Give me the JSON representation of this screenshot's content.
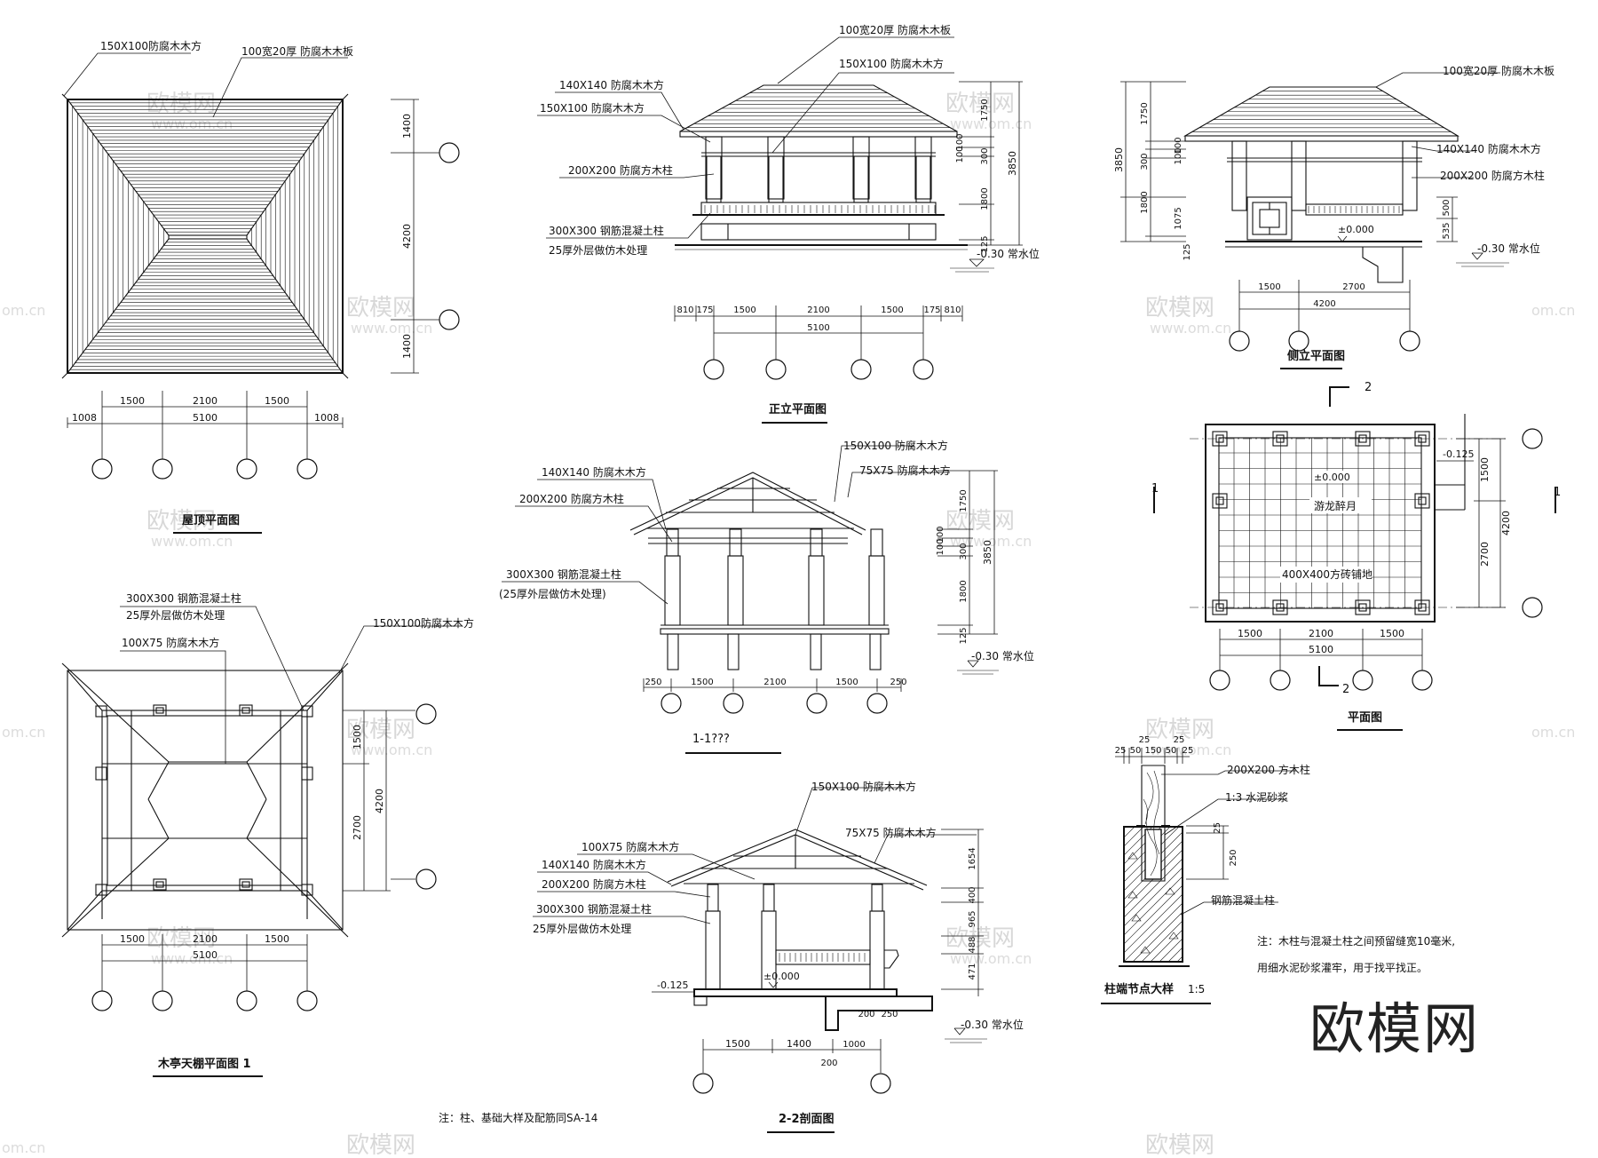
{
  "sheet": {
    "watermark_brand": "欧模网",
    "watermark_small": "欧模网",
    "watermark_url": "www.om.cn",
    "watermark_url_short": "om.cn"
  },
  "roof_plan": {
    "title": "屋顶平面图",
    "labels": {
      "beam": "150X100防腐木木方",
      "board": "100宽20厚 防腐木木板"
    },
    "dims_h": [
      "1500",
      "2100",
      "1500"
    ],
    "dims_h_total": [
      "1008",
      "5100",
      "1008"
    ],
    "dims_v": [
      "1400",
      "4200",
      "1400"
    ]
  },
  "front_elev": {
    "title": "正立平面图",
    "labels": {
      "board": "100宽20厚 防腐木木板",
      "beam150": "150X100 防腐木木方",
      "beam140": "140X140 防腐木木方",
      "beam150b": "150X100 防腐木木方",
      "col200": "200X200 防腐方木柱",
      "col300": "300X300 钢筋混凝土柱",
      "col300b": "25厚外层做仿木处理",
      "water": "-0.30 常水位"
    },
    "dims_h": [
      "810",
      "175",
      "1500",
      "2100",
      "1500",
      "175",
      "810"
    ],
    "dims_h_total": "5100",
    "dims_v": [
      "1750",
      "100",
      "100",
      "300",
      "1800",
      "125"
    ],
    "dims_v_total": "3850"
  },
  "side_elev": {
    "title": "侧立平面图",
    "labels": {
      "board": "100宽20厚 防腐木木板",
      "beam140": "140X140 防腐木木方",
      "col200": "200X200 防腐方木柱",
      "water": "-0.30 常水位",
      "level": "±0.000"
    },
    "dims_v_left": [
      "1750",
      "100",
      "100",
      "300",
      "1800",
      "1075",
      "125"
    ],
    "dims_v_total": "3850",
    "dims_v_right": [
      "500",
      "535"
    ],
    "dims_h": [
      "1500",
      "2700"
    ],
    "dims_h_total": "4200"
  },
  "section_11": {
    "title": "1-1???",
    "labels": {
      "beam150": "150X100 防腐木木方",
      "beam140": "140X140 防腐木木方",
      "beam75": "75X75 防腐木木方",
      "col200": "200X200 防腐方木柱",
      "col300": "300X300 钢筋混凝土柱",
      "col300b": "(25厚外层做仿木处理)",
      "water": "-0.30 常水位"
    },
    "dims_h": [
      "250",
      "1500",
      "2100",
      "1500",
      "250"
    ],
    "dims_v": [
      "1750",
      "100",
      "100",
      "300",
      "1800",
      "125"
    ],
    "dims_v_total": "3850"
  },
  "ceiling_plan": {
    "title": "木亭天棚平面图 1",
    "labels": {
      "col300": "300X300 钢筋混凝土柱",
      "col300b": "25厚外层做仿木处理",
      "beam100": "100X75 防腐木木方",
      "beam150": "150X100防腐木木方"
    },
    "dims_h": [
      "1500",
      "2100",
      "1500"
    ],
    "dims_h_total": "5100",
    "dims_v": [
      "1500",
      "2700"
    ],
    "dims_v_total": "4200"
  },
  "floor_plan": {
    "title": "平面图",
    "labels": {
      "level0": "±0.000",
      "level_low": "-0.125",
      "name": "游龙醉月",
      "tile": "400X400方砖铺地",
      "cut1": "1",
      "cut2": "2"
    },
    "dims_h": [
      "1500",
      "2100",
      "1500"
    ],
    "dims_h_total": "5100",
    "dims_v": [
      "1500",
      "2700"
    ],
    "dims_v_total": "4200"
  },
  "section_22": {
    "title": "2-2剖面图",
    "labels": {
      "beam150": "150X100 防腐木木方",
      "beam100": "100X75 防腐木木方",
      "beam140": "140X140 防腐木木方",
      "beam75": "75X75 防腐木木方",
      "col200": "200X200 防腐方木柱",
      "col300": "300X300 钢筋混凝土柱",
      "col300b": "25厚外层做仿木处理",
      "level0": "±0.000",
      "level_low": "-0.125",
      "water": "-0.30 常水位"
    },
    "dims_v": [
      "1654",
      "400",
      "965",
      "488",
      "471"
    ],
    "dims_h": [
      "1500",
      "1400",
      "1000"
    ],
    "dims_h_small": [
      "200",
      "250",
      "200"
    ]
  },
  "detail": {
    "title": "柱端节点大样",
    "scale": "1:5",
    "labels": {
      "col": "200X200 方木柱",
      "mortar": "1:3 水泥砂浆",
      "rc": "钢筋混凝土柱"
    },
    "dims_top": [
      "25",
      "25",
      "25",
      "50",
      "150",
      "50",
      "25"
    ],
    "dims_v": [
      "25",
      "250"
    ],
    "note_line1": "注：木柱与混凝土柱之间预留缝宽10毫米,",
    "note_line2": "用细水泥砂浆灌牢，用于找平找正。"
  },
  "footnote": "注：柱、基础大样及配筋同SA-14"
}
